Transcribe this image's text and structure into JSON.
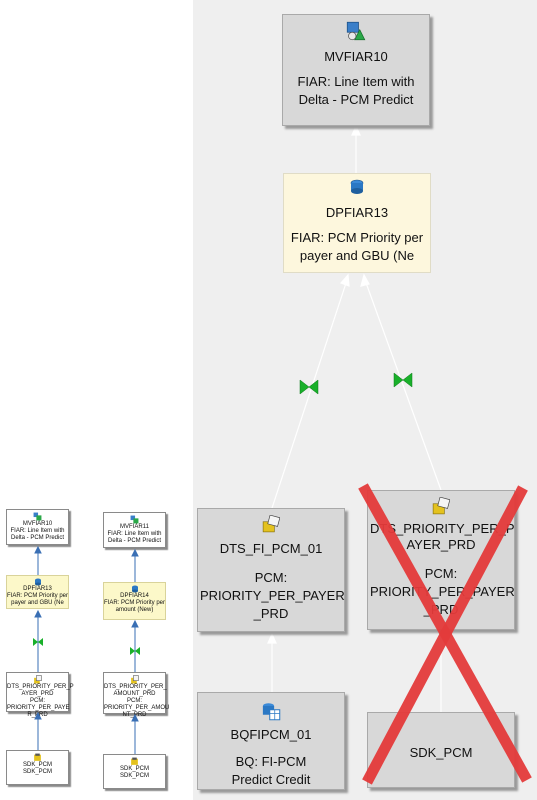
{
  "main": {
    "mvfiar10": {
      "id": "MVFIAR10",
      "desc": "FIAR: Line Item with Delta - PCM Predict"
    },
    "dpfiar13": {
      "id": "DPFIAR13",
      "desc": "FIAR: PCM Priority per payer and GBU (Ne"
    },
    "dts_fi_pcm_01": {
      "id": "DTS_FI_PCM_01",
      "desc": "PCM: PRIORITY_PER_PAYER _PRD"
    },
    "dts_priority": {
      "id": "DTS_PRIORITY_PER_P AYER_PRD",
      "desc": "PCM: PRIORITY_PER_PAYER _PRD"
    },
    "bqfipcm_01": {
      "id": "BQFIPCM_01",
      "desc": "BQ: FI-PCM Predict Credit"
    },
    "sdk_pcm": {
      "id": "SDK_PCM"
    }
  },
  "mini_left": {
    "n1": {
      "id": "MVFIAR10",
      "desc": "FIAR: Line Item with Delta - PCM Predict"
    },
    "n2": {
      "id": "DPFIAR13",
      "desc": "FIAR: PCM Priority per payer and GBU (Ne"
    },
    "n3": {
      "id": "DTS_PRIORITY_PER_P AYER_PRD",
      "desc": "PCM: PRIORITY_PER_PAYE R_PRD"
    },
    "n4": {
      "id": "SDK_PCM",
      "desc": "SDK_PCM"
    }
  },
  "mini_right": {
    "n1": {
      "id": "MVFIAR11",
      "desc": "FIAR: Line Item with Delta - PCM Predict"
    },
    "n2": {
      "id": "DPFIAR14",
      "desc": "FIAR: PCM Priority per amount (New)"
    },
    "n3": {
      "id": "DTS_PRIORITY_PER_ AMOUNT_PRD",
      "desc": "PCM: PRIORITY_PER_AMOU NT_PRD"
    },
    "n4": {
      "id": "SDK_PCM",
      "desc": "SDK_PCM"
    }
  },
  "colors": {
    "panel_bg": "#efefef",
    "node_gray": "#d8d8d8",
    "node_yellow": "#fdf7dd",
    "cross_red": "#e43b3b",
    "transform_green": "#19b02a",
    "connector": "#ffffff"
  },
  "icons": {
    "multiprovider": "multiprovider-icon",
    "datastore": "datastore-icon",
    "datasource": "datasource-icon",
    "transformation": "transformation-icon",
    "query": "query-icon",
    "sdk": "sdk-icon"
  }
}
